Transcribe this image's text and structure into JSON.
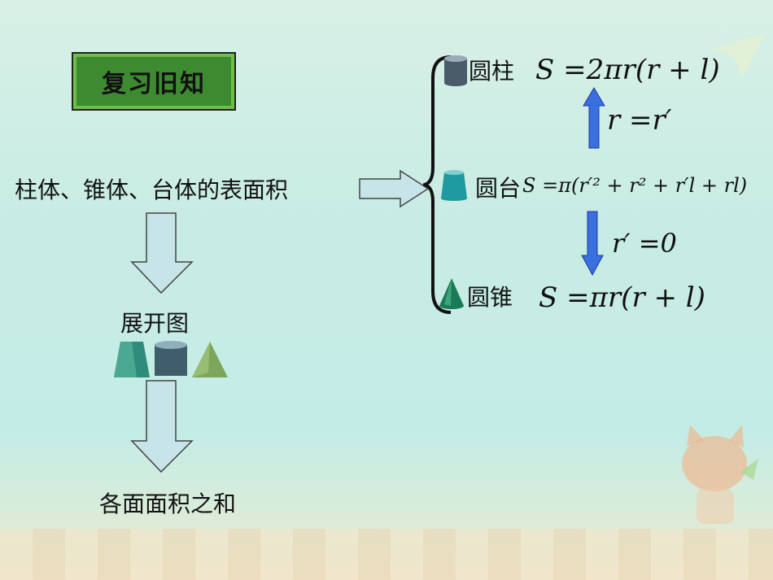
{
  "title_box": {
    "label": "复习旧知"
  },
  "left": {
    "main_text": "柱体、锥体、台体的表面积",
    "unfold": "展开图",
    "sum": "各面面积之和"
  },
  "right": {
    "cylinder": {
      "name": "圆柱",
      "formula": "S =2πr(r + l)"
    },
    "arrow_up_label": "r =r′",
    "frustum": {
      "name": "圆台",
      "formula": "S =π(r′² + r² + r′l + rl)"
    },
    "arrow_down_label": "r′ =0",
    "cone": {
      "name": "圆锥",
      "formula": "S =πr(r + l)"
    }
  },
  "colors": {
    "arrow_fill": "#c7e4e8",
    "blue_arrow": "#3a6fe0",
    "title_green": "#3d8a30"
  }
}
